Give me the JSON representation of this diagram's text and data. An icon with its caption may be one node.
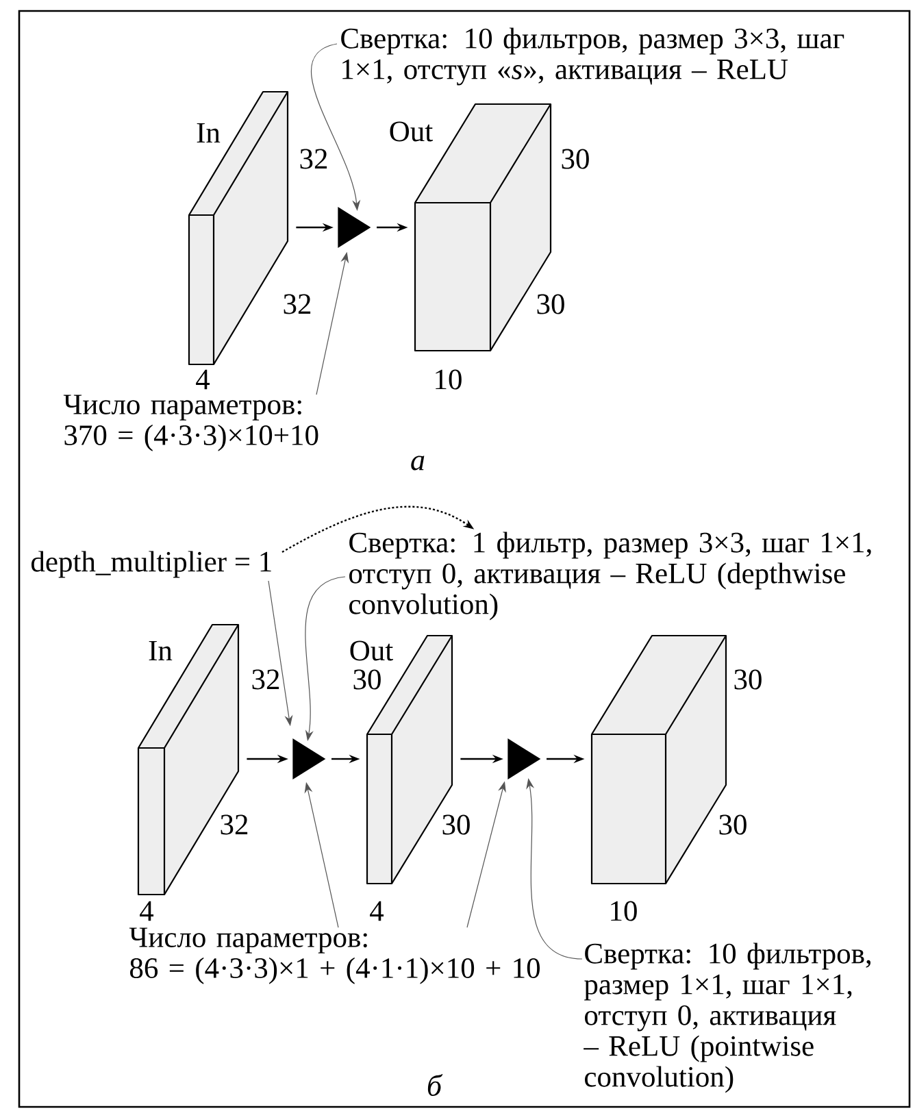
{
  "diagram": {
    "nodes": [
      {
        "text": [
          "In"
        ],
        "beside": [
          "32",
          "32",
          "4"
        ]
      },
      {
        "text": [],
        "shape": "triangle"
      },
      {
        "text": [
          "Out"
        ],
        "beside": [
          "30",
          "30",
          "10"
        ]
      },
      {
        "text": [
          "Свертка: 10 фильтров, размер 3×3, шаг 1×1, отступ «*s*», активация – ReLU"
        ]
      },
      {
        "text": [
          "Число параметров:",
          "370 = (4·3·3)×10+10"
        ]
      },
      {
        "text": [
          "In"
        ],
        "beside": [
          "32",
          "32",
          "4"
        ]
      },
      {
        "text": [],
        "shape": "triangle"
      },
      {
        "text": [
          "Out"
        ],
        "beside": [
          "30",
          "30",
          "4"
        ]
      },
      {
        "text": [],
        "shape": "triangle"
      },
      {
        "text": [],
        "shape": "box",
        "beside": [
          "30",
          "30",
          "10"
        ]
      },
      {
        "text": [
          "depth_multiplier = 1"
        ]
      },
      {
        "text": [
          "Свертка: 1 фильтр, размер 3×3, шаг 1×1, отступ 0, активация – ReLU (depthwise convolution)"
        ]
      },
      {
        "text": [
          "Число параметров:",
          "86 = (4·3·3)×1 + (4·1·1)×10 + 10"
        ]
      },
      {
        "text": [
          "Свертка: 10 фильтров, размер 1×1, шаг 1×1, отступ 0, активация – ReLU (pointwise convolution)"
        ]
      }
    ],
    "edges": [
      {
        "from": 0,
        "to": 1,
        "arrow": "to"
      },
      {
        "from": 1,
        "to": 2,
        "arrow": "to"
      },
      {
        "from": 3,
        "to": 1,
        "arrow": "to",
        "color": "#555555"
      },
      {
        "from": 4,
        "to": 1,
        "arrow": "to",
        "color": "#555555"
      },
      {
        "from": 5,
        "to": 6,
        "arrow": "to"
      },
      {
        "from": 6,
        "to": 7,
        "arrow": "to"
      },
      {
        "from": 7,
        "to": 8,
        "arrow": "to"
      },
      {
        "from": 8,
        "to": 9,
        "arrow": "to"
      },
      {
        "from": 10,
        "to": 6,
        "arrow": "to",
        "color": "#555555"
      },
      {
        "from": 11,
        "to": 6,
        "arrow": "to",
        "color": "#555555"
      },
      {
        "from": 12,
        "to": 6,
        "arrow": "to",
        "color": "#555555"
      },
      {
        "from": 12,
        "to": 8,
        "arrow": "to",
        "color": "#555555"
      },
      {
        "from": 13,
        "to": 8,
        "arrow": "to",
        "color": "#555555"
      },
      {
        "from": 10,
        "to": 11,
        "arrow": "to",
        "style": "dashed"
      }
    ],
    "labels": [
      "а",
      "б"
    ]
  }
}
